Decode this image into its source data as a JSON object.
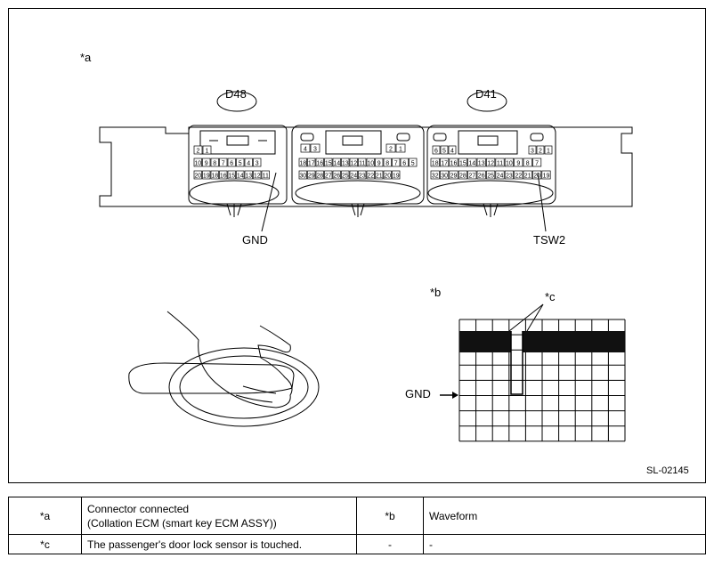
{
  "figure": {
    "label_a": "*a",
    "label_b": "*b",
    "label_c": "*c",
    "connector_d48": "D48",
    "connector_d41": "D41",
    "pin_gnd": "GND",
    "pin_tsw2": "TSW2",
    "waveform_gnd": "GND",
    "figure_code": "SL-02145",
    "d48_pins": [
      "2",
      "1",
      "10",
      "9",
      "8",
      "7",
      "6",
      "5",
      "4",
      "3",
      "20",
      "19",
      "18",
      "16",
      "15",
      "14",
      "13",
      "12",
      "11"
    ],
    "d41_pins": [
      "6",
      "5",
      "4",
      "3",
      "2",
      "1",
      "18",
      "17",
      "16",
      "15",
      "14",
      "13",
      "12",
      "11",
      "10",
      "9",
      "8",
      "7",
      "32",
      "30",
      "29",
      "28",
      "27",
      "26",
      "25",
      "24",
      "23",
      "22",
      "21",
      "20",
      "19"
    ],
    "middle_pins": [
      "4",
      "3",
      "2",
      "1",
      "18",
      "17",
      "16",
      "15",
      "14",
      "13",
      "12",
      "11",
      "10",
      "9",
      "8",
      "7",
      "6",
      "5",
      "30",
      "29",
      "28",
      "27",
      "26",
      "25",
      "24",
      "23",
      "22",
      "21",
      "20",
      "19"
    ]
  },
  "legend": {
    "rows": [
      {
        "key1": "*a",
        "val1_line1": "Connector connected",
        "val1_line2": "(Collation ECM (smart key ECM ASSY))",
        "key2": "*b",
        "val2": "Waveform"
      },
      {
        "key1": "*c",
        "val1_line1": "The passenger's door lock sensor is touched.",
        "key2": "-",
        "val2": "-"
      }
    ]
  }
}
